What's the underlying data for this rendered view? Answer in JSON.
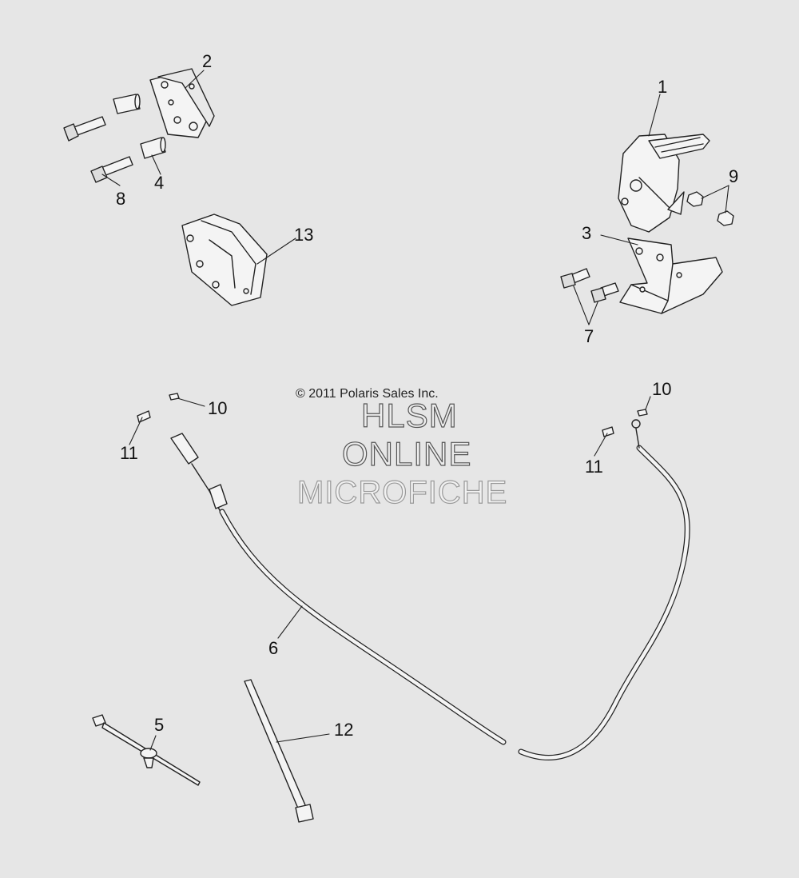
{
  "copyright": "© 2011 Polaris Sales Inc.",
  "watermark": {
    "line1": "HLSM",
    "line2": "ONLINE",
    "line3": "MICROFICHE"
  },
  "callouts": [
    "1",
    "2",
    "3",
    "4",
    "5",
    "6",
    "7",
    "8",
    "9",
    "10",
    "10",
    "11",
    "11",
    "12",
    "13"
  ],
  "colors": {
    "background": "#e6e6e6",
    "line": "#222222",
    "part_fill": "#f4f4f4"
  }
}
